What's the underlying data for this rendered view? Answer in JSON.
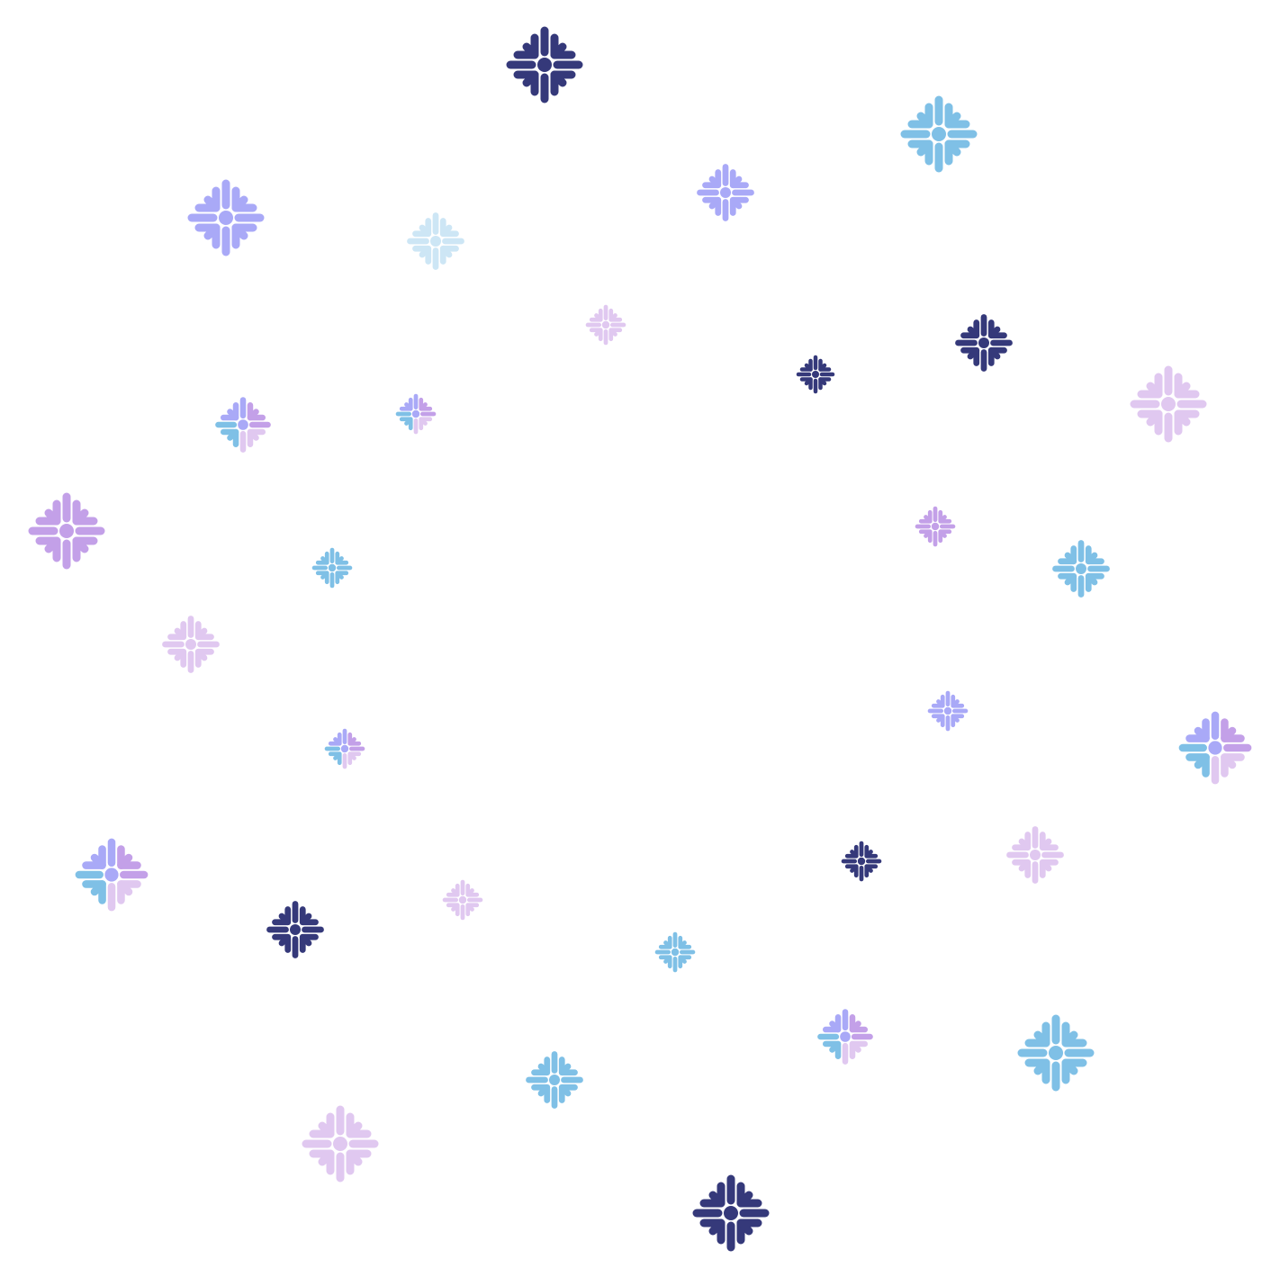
{
  "palette": {
    "navy": "#35397a",
    "sky": "#7fc0e6",
    "periwinkle": "#a9a9f7",
    "lavender": "#c3a0e8",
    "lilac": "#e0c8f0",
    "ice": "#cde6f5"
  },
  "icons": [
    {
      "name": "snowflake-icon",
      "tint": "navy"
    },
    {
      "name": "snowflake-icon",
      "tint": "sky"
    },
    {
      "name": "snowflake-icon",
      "tint": "periwinkle"
    },
    {
      "name": "snowflake-icon",
      "tint": "ice"
    },
    {
      "name": "snowflake-icon",
      "tint": "periwinkle"
    },
    {
      "name": "snowflake-icon",
      "tint": "lilac"
    },
    {
      "name": "snowflake-icon",
      "tint": "navy"
    },
    {
      "name": "snowflake-icon",
      "tint": "multi"
    },
    {
      "name": "snowflake-icon",
      "tint": "lilac"
    },
    {
      "name": "snowflake-icon",
      "tint": "multi"
    },
    {
      "name": "snowflake-icon",
      "tint": "navy"
    },
    {
      "name": "snowflake-icon",
      "tint": "lavender"
    },
    {
      "name": "snowflake-icon",
      "tint": "lavender"
    },
    {
      "name": "snowflake-icon",
      "tint": "sky"
    },
    {
      "name": "snowflake-icon",
      "tint": "sky"
    },
    {
      "name": "snowflake-icon",
      "tint": "lilac"
    },
    {
      "name": "snowflake-icon",
      "tint": "multi"
    },
    {
      "name": "snowflake-icon",
      "tint": "periwinkle"
    },
    {
      "name": "snowflake-icon",
      "tint": "multi"
    },
    {
      "name": "snowflake-icon",
      "tint": "multi"
    },
    {
      "name": "snowflake-icon",
      "tint": "navy"
    },
    {
      "name": "snowflake-icon",
      "tint": "lilac"
    },
    {
      "name": "snowflake-icon",
      "tint": "navy"
    },
    {
      "name": "snowflake-icon",
      "tint": "lilac"
    },
    {
      "name": "snowflake-icon",
      "tint": "sky"
    },
    {
      "name": "snowflake-icon",
      "tint": "multi"
    },
    {
      "name": "snowflake-icon",
      "tint": "sky"
    },
    {
      "name": "snowflake-icon",
      "tint": "sky"
    },
    {
      "name": "snowflake-icon",
      "tint": "lilac"
    },
    {
      "name": "snowflake-icon",
      "tint": "navy"
    }
  ]
}
